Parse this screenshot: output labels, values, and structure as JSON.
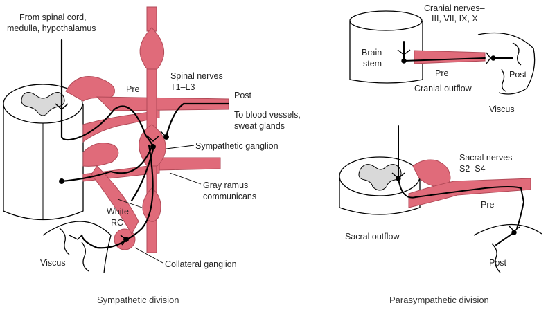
{
  "sympathetic": {
    "from_line1": "From spinal cord,",
    "from_line2": "medulla, hypothalamus",
    "pre": "Pre",
    "spinal_nerves_line1": "Spinal nerves",
    "spinal_nerves_line2": "T1–L3",
    "post": "Post",
    "blood_line1": "To blood vessels,",
    "blood_line2": "sweat glands",
    "symp_ganglion": "Sympathetic ganglion",
    "gray_line1": "Gray ramus",
    "gray_line2": "communicans",
    "white_line1": "White",
    "white_line2": "RC",
    "viscus": "Viscus",
    "collateral": "Collateral ganglion",
    "caption": "Sympathetic division"
  },
  "parasympathetic": {
    "cranial_line1": "Cranial nerves–",
    "cranial_line2": "III, VII, IX, X",
    "brain_line1": "Brain",
    "brain_line2": "stem",
    "pre_top": "Pre",
    "post_top": "Post",
    "cranial_outflow": "Cranial outflow",
    "viscus": "Viscus",
    "sacral_line1": "Sacral nerves",
    "sacral_line2": "S2–S4",
    "pre_bottom": "Pre",
    "sacral_outflow": "Sacral outflow",
    "post_bottom": "Post",
    "caption": "Parasympathetic division"
  },
  "colors": {
    "nerve_pink": "#e06b7a",
    "nerve_outline": "#b24a58",
    "gray_matter": "#d9d9d9",
    "fiber": "#000000"
  }
}
